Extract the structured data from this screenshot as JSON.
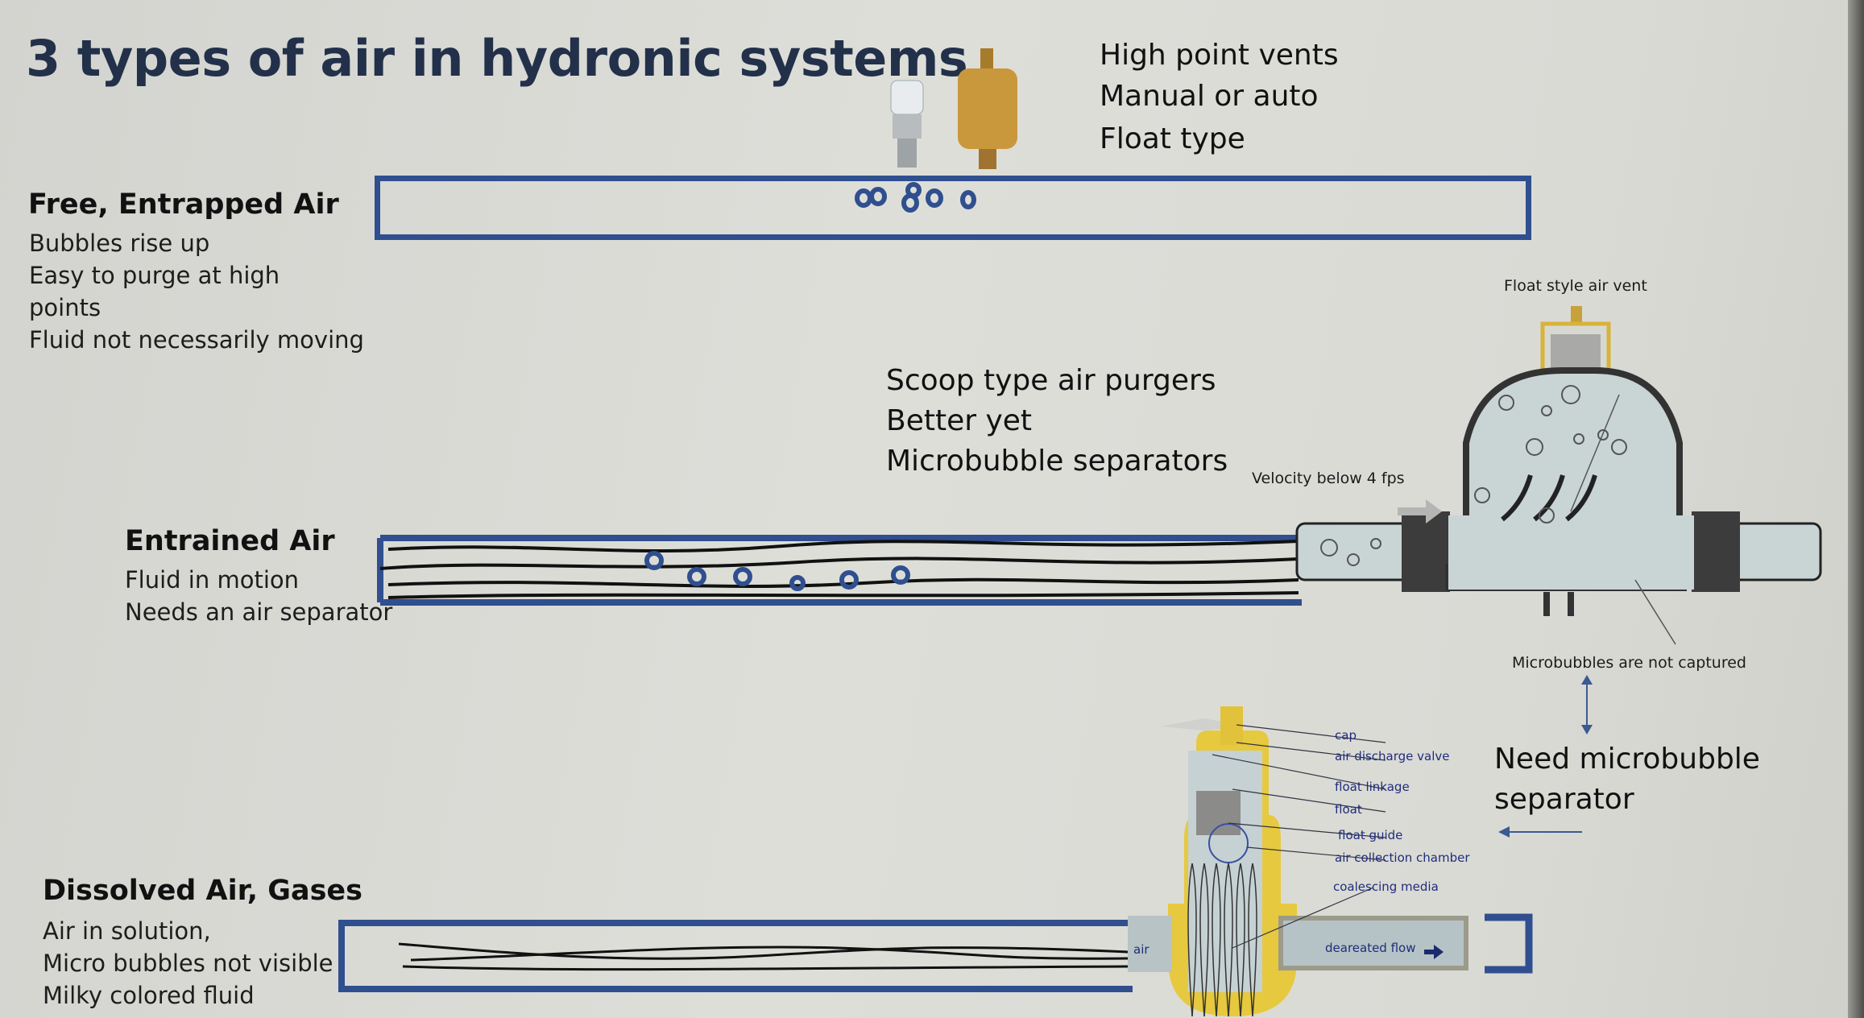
{
  "title": "3 types of air in hydronic systems",
  "vents": {
    "lines": [
      "High point vents",
      "Manual or auto",
      "Float type"
    ]
  },
  "free_air": {
    "heading": "Free, Entrapped  Air",
    "lines": [
      "Bubbles rise up",
      "Easy to purge at high",
      "points",
      "Fluid not necessarily moving"
    ]
  },
  "purgers": {
    "lines": [
      "Scoop type air purgers",
      "Better yet",
      "Microbubble separators"
    ]
  },
  "entrained_air": {
    "heading": "Entrained Air",
    "lines": [
      "Fluid in motion",
      "Needs an air separator"
    ]
  },
  "scoop_diagram": {
    "vent_label": "Float style air vent",
    "velocity_label": "Velocity below 4 fps",
    "caption": "Microbubbles  are not captured"
  },
  "need": {
    "lines": [
      "Need microbubble",
      "separator"
    ]
  },
  "dissolved_air": {
    "heading": "Dissolved Air, Gases",
    "lines": [
      "Air in solution,",
      "Micro bubbles not visible",
      "Milky colored fluid"
    ]
  },
  "separator_diagram": {
    "labels": [
      "cap",
      "air discharge valve",
      "float linkage",
      "float",
      "float guide",
      "air collection chamber",
      "coalescing media"
    ],
    "air_label": "air",
    "flow_label": "deareated flow"
  },
  "colors": {
    "pipe": "#2f4f8f",
    "title": "#22304a",
    "brass": "#e3c53a",
    "fluid": "#c5d2d4"
  }
}
